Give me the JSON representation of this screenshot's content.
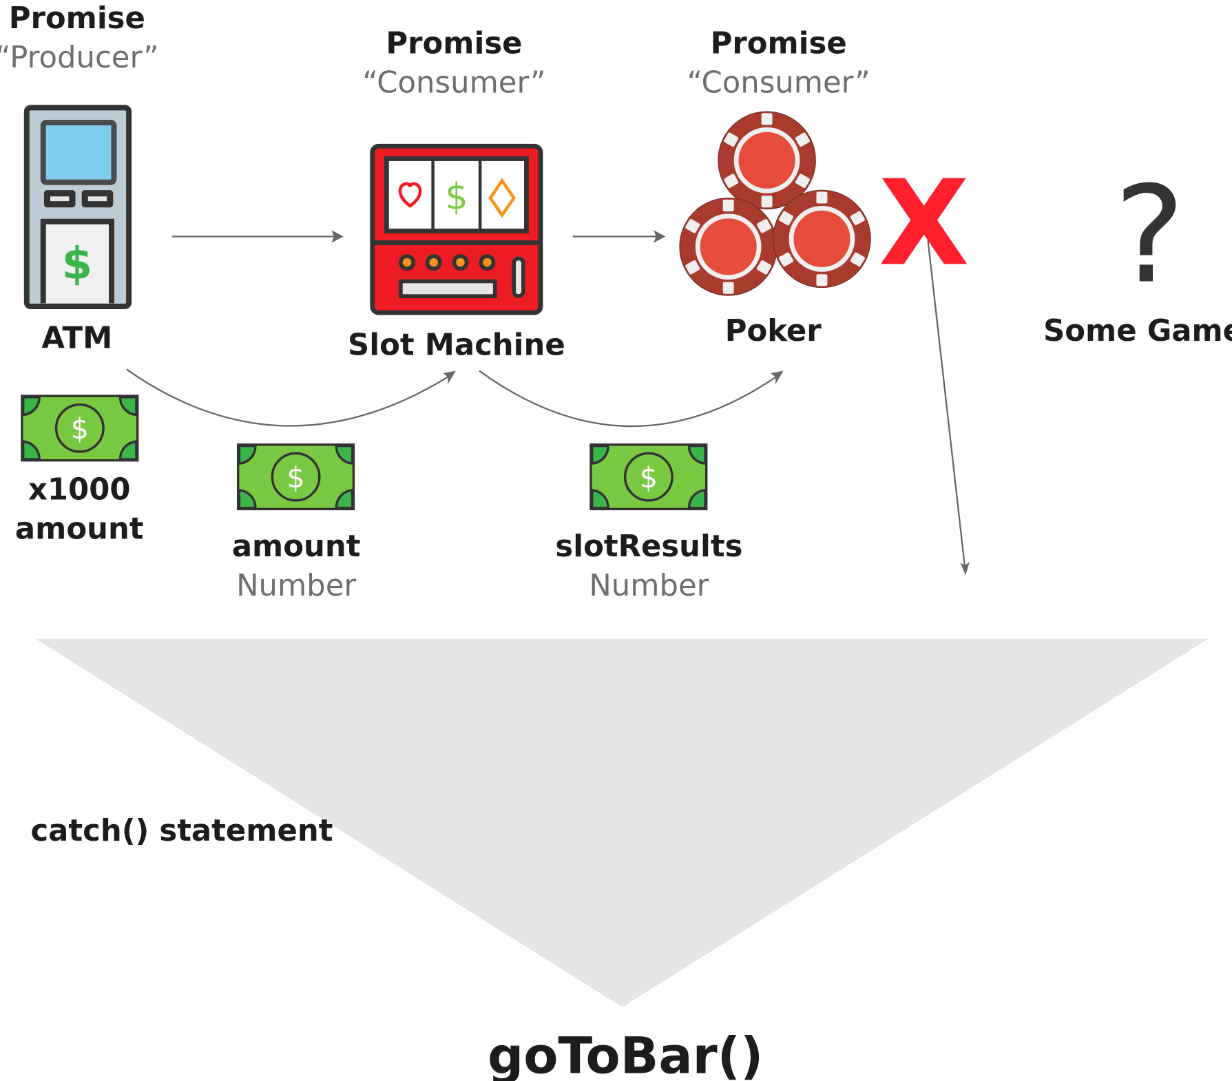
{
  "columns": [
    {
      "id": "atm",
      "kind": "Promise",
      "role": "“Producer”",
      "name": "ATM"
    },
    {
      "id": "slot",
      "kind": "Promise",
      "role": "“Consumer”",
      "name": "Slot Machine"
    },
    {
      "id": "poker",
      "kind": "Promise",
      "role": "“Consumer”",
      "name": "Poker"
    },
    {
      "id": "some_game",
      "name": "Some Game"
    }
  ],
  "money": [
    {
      "line1": "x1000",
      "line2": "amount"
    },
    {
      "name": "amount",
      "type": "Number"
    },
    {
      "name": "slotResults",
      "type": "Number"
    }
  ],
  "rejection_mark": "X",
  "unknown_mark": "?",
  "catch_label": "catch() statement",
  "result_label": "goToBar()",
  "colors": {
    "rejection_red": "#ff1f2d",
    "money_green": "#7ac943",
    "money_dark_green": "#39b54a",
    "slot_red": "#ed1c24",
    "chip_red": "#a83a2e",
    "chip_center": "#e64c3c",
    "funnel_gray": "#e5e5e5",
    "atm_screen": "#7fcdee",
    "atm_body": "#bccbd4"
  }
}
